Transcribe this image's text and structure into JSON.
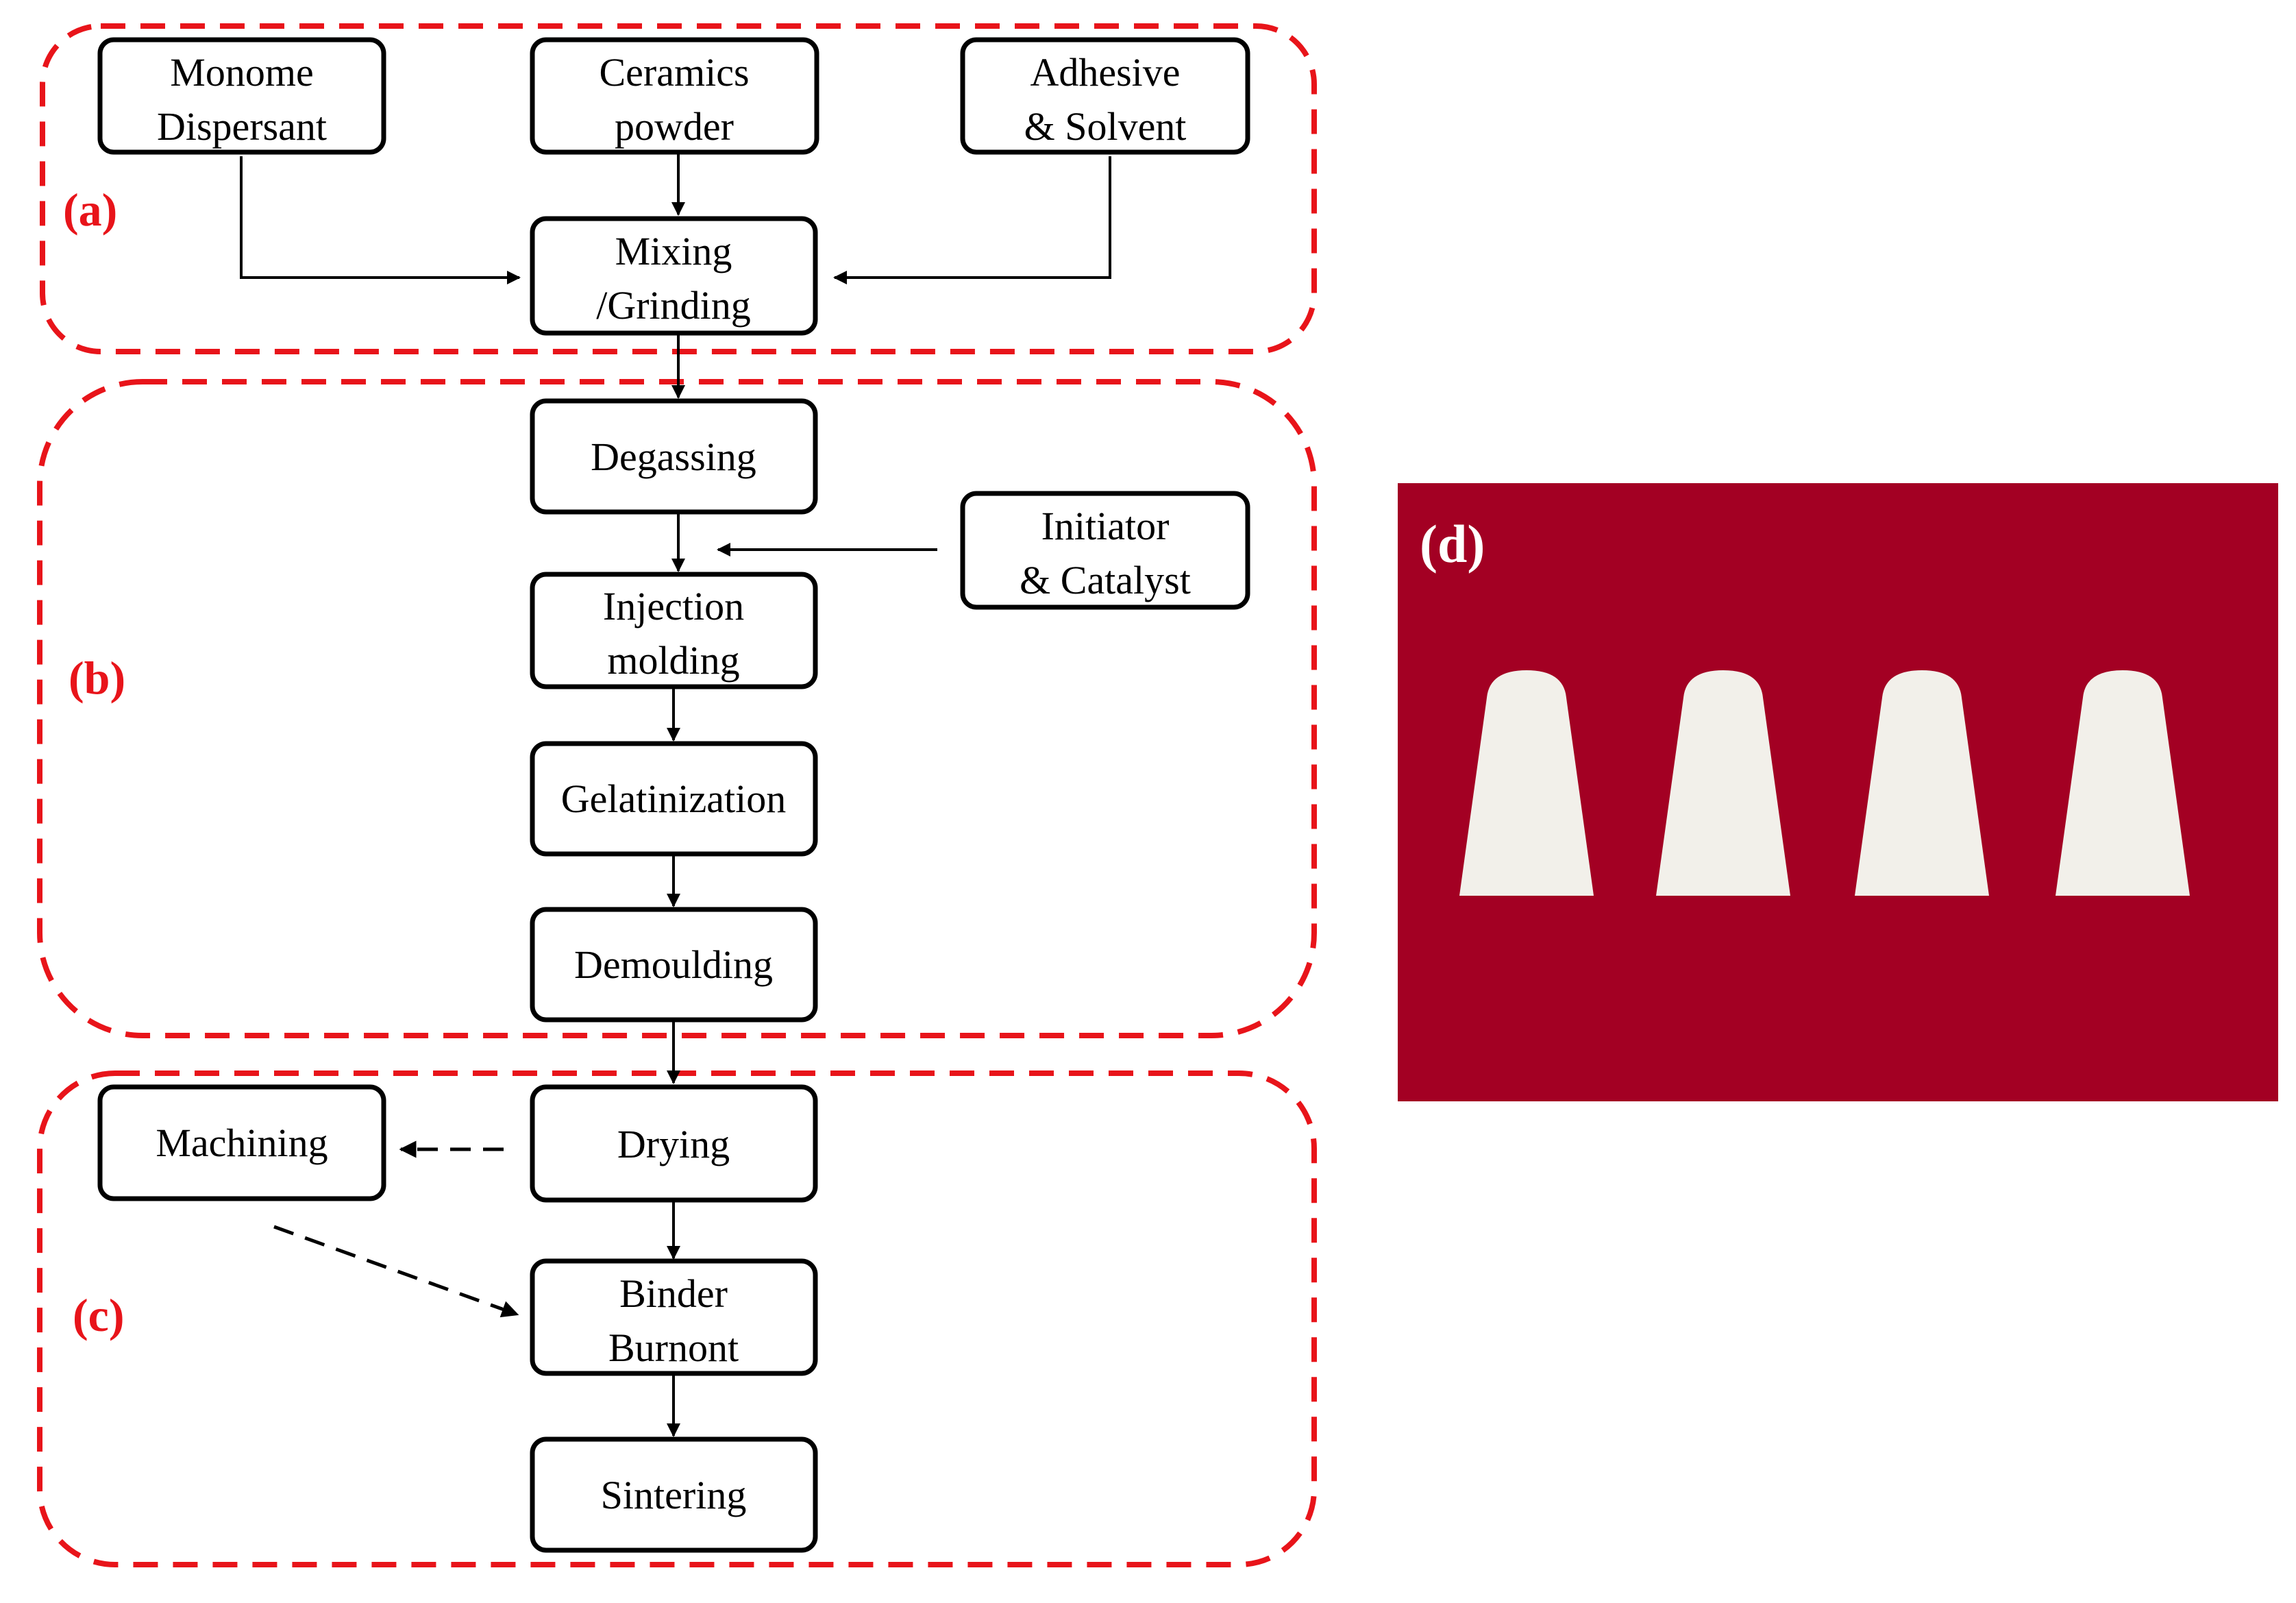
{
  "sections": {
    "a": "(a)",
    "b": "(b)",
    "c": "(c)",
    "d": "(d)"
  },
  "nodes": {
    "monome_dispersant": [
      "Monome",
      "Dispersant"
    ],
    "ceramics_powder": [
      "Ceramics",
      "powder"
    ],
    "adhesive_solvent": [
      "Adhesive",
      "& Solvent"
    ],
    "mixing_grinding": [
      "Mixing",
      "/Grinding"
    ],
    "degassing": [
      "Degassing"
    ],
    "initiator_catalyst": [
      "Initiator",
      "& Catalyst"
    ],
    "injection_molding": [
      "Injection",
      "molding"
    ],
    "gelatinization": [
      "Gelatinization"
    ],
    "demoulding": [
      "Demoulding"
    ],
    "machining": [
      "Machining"
    ],
    "drying": [
      "Drying"
    ],
    "binder_burnont": [
      "Binder",
      "Burnont"
    ],
    "sintering": [
      "Sintering"
    ]
  },
  "photo": {
    "background_color": "#a30023",
    "object_color": "#f2f0ea",
    "object_count": 4
  },
  "colors": {
    "group_border": "#e8141a",
    "box_border": "#000000"
  }
}
